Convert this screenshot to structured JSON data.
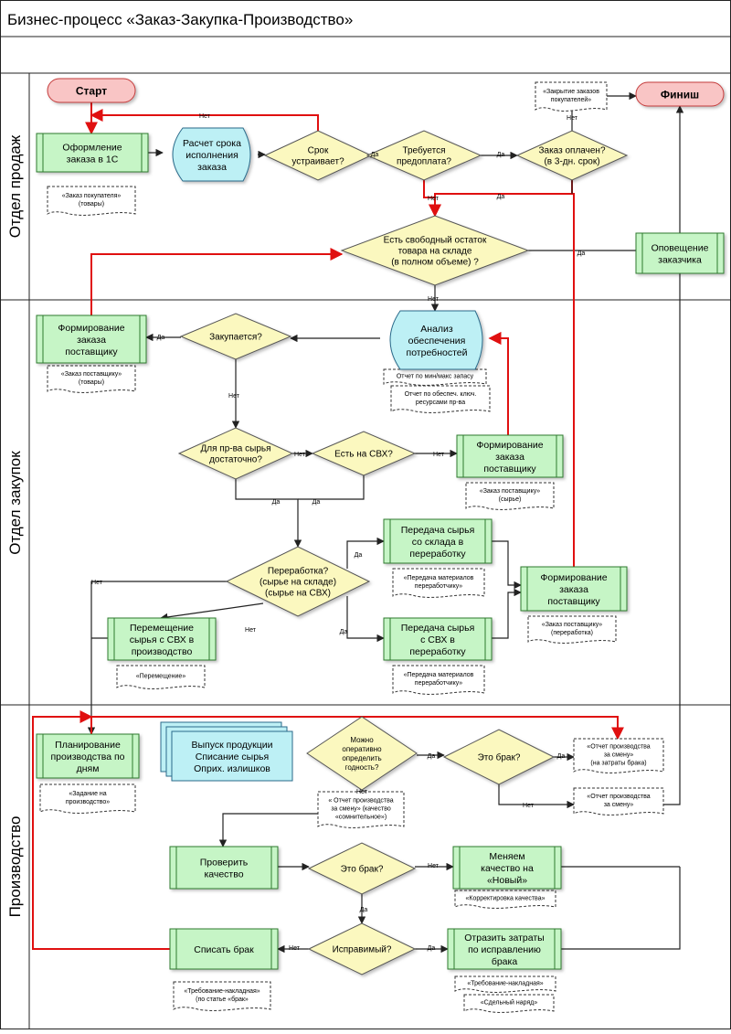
{
  "title": "Бизнес-процесс «Заказ-Закупка-Производство»",
  "lanes": [
    "Отдел продаж",
    "Отдел закупок",
    "Производство"
  ],
  "colors": {
    "process_fill": "#c6f5c6",
    "process_stroke": "#2f7a2f",
    "decision_fill": "#fbf8bf",
    "decision_stroke": "#555555",
    "terminal_fill": "#f9c5c5",
    "terminal_stroke": "#c43b3b",
    "subprocess_fill": "#bdf0f5",
    "subprocess_stroke": "#2a6a8a",
    "flow_red": "#e01010",
    "flow_black": "#222222"
  },
  "terminals": {
    "start": "Старт",
    "finish": "Финиш"
  },
  "processes": {
    "p_order1c": [
      "Оформление",
      "заказа в 1С"
    ],
    "p_notify": [
      "Оповещение",
      "заказчика"
    ],
    "p_supplier_goods": [
      "Формирование",
      "заказа",
      "поставщику"
    ],
    "p_supplier_raw": [
      "Формирование",
      "заказа",
      "поставщику"
    ],
    "p_transfer_wh": [
      "Передача сырья",
      "со склада в",
      "переработку"
    ],
    "p_transfer_cvx": [
      "Передача сырья",
      "с СВХ в",
      "переработку"
    ],
    "p_supplier_proc": [
      "Формирование",
      "заказа",
      "поставщику"
    ],
    "p_move_cvx": [
      "Перемещение",
      "сырья с СВХ в",
      "производство"
    ],
    "p_planning": [
      "Планирование",
      "производства по",
      "дням"
    ],
    "p_check": [
      "Проверить",
      "качество"
    ],
    "p_new_quality": [
      "Меняем",
      "качество на",
      "«Новый»"
    ],
    "p_writeoff": [
      "Списать брак"
    ],
    "p_fix_costs": [
      "Отразить затраты",
      "по исправлению",
      "брака"
    ]
  },
  "subprocesses": {
    "s_calc": [
      "Расчет срока",
      "исполнения",
      "заказа"
    ],
    "s_analysis": [
      "Анализ",
      "обеспечения",
      "потребностей"
    ],
    "s_release": [
      "Выпуск продукции",
      "Списание сырья",
      "Оприх. излишков"
    ]
  },
  "decisions": {
    "d_term": [
      "Срок",
      "устраивает?"
    ],
    "d_prepay": [
      "Требуется",
      "предоплата?"
    ],
    "d_paid": [
      "Заказ оплачен?",
      "(в 3-дн. срок)"
    ],
    "d_stock": [
      "Есть свободный остаток",
      "товара на складе",
      "(в полном объеме) ?"
    ],
    "d_purchased": [
      "Закупается?"
    ],
    "d_enough": [
      "Для пр-ва сырья",
      "достаточно?"
    ],
    "d_cvx": [
      "Есть на СВХ?"
    ],
    "d_processing": [
      "Переработка?",
      "(сырье на складе)",
      "(сырье на СВХ)"
    ],
    "d_quick": [
      "Можно",
      "оперативно",
      "определить",
      "годность?"
    ],
    "d_defect1": [
      "Это брак?"
    ],
    "d_defect2": [
      "Это брак?"
    ],
    "d_fixable": [
      "Исправимый?"
    ]
  },
  "documents": {
    "doc_close": [
      "«Закрытие заказов",
      "покупателей»"
    ],
    "doc_buyer": [
      "«Заказ покупателя»",
      "(товары)"
    ],
    "doc_supp_goods": [
      "«Заказ поставщику»",
      "(товары)"
    ],
    "doc_report_minmax": [
      "Отчет по мин/макс запасу"
    ],
    "doc_report_key": [
      "Отчет по обеспеч. ключ.",
      "ресурсами пр-ва"
    ],
    "doc_supp_raw": [
      "«Заказ поставщику»",
      "(сырье)"
    ],
    "doc_transfer1": [
      "«Передача материалов",
      "переработчику»"
    ],
    "doc_transfer2": [
      "«Передача материалов",
      "переработчику»"
    ],
    "doc_supp_proc": [
      "«Заказ поставщику»",
      "(переработка)"
    ],
    "doc_move": [
      "«Перемещение»"
    ],
    "doc_task": [
      "«Задание на",
      "производство»"
    ],
    "doc_rep_brak": [
      "«Отчет производства",
      "за смену»",
      "(на затраты брака)"
    ],
    "doc_rep_shift": [
      "«Отчет производства",
      "за смену»"
    ],
    "doc_rep_doubt": [
      "« Отчет производства",
      "за смену» (качество",
      "«сомнительное»)"
    ],
    "doc_correction": [
      "«Корректировка качества»"
    ],
    "doc_requisition": [
      "«Требование-накладная»",
      "(по статье «брак»"
    ],
    "doc_requisition2": [
      "«Требование-накладная»"
    ],
    "doc_piecework": [
      "«Сдельный наряд»"
    ]
  },
  "flow_labels": {
    "yes": "Да",
    "no": "Нет"
  }
}
